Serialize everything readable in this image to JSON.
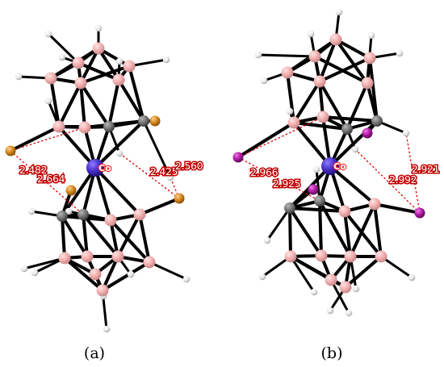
{
  "panels": [
    {
      "id": "a",
      "caption": "(a)",
      "metal": {
        "symbol": "Co",
        "color": "#4a2ec9"
      },
      "halogen": {
        "color": "#d4861c"
      },
      "distances": [
        "2.482",
        "2.664",
        "2.425",
        "2.560"
      ]
    },
    {
      "id": "b",
      "caption": "(b)",
      "metal": {
        "symbol": "Co",
        "color": "#4a2ec9"
      },
      "halogen": {
        "color": "#b01aa6"
      },
      "distances": [
        "2.966",
        "2.925",
        "2.992",
        "2.921"
      ]
    }
  ],
  "colors": {
    "boron": "#f2b0b0",
    "carbon": "#7a7a7a",
    "hydrogen": "#eeeeee",
    "bond": "#000000",
    "contact": "#e00000"
  }
}
